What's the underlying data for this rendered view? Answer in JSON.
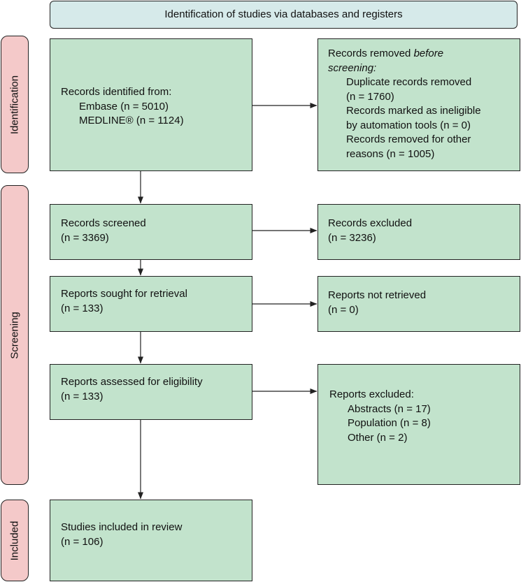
{
  "header": "Identification of studies via databases and registers",
  "phases": {
    "identification": "Identification",
    "screening": "Screening",
    "included": "Included"
  },
  "boxes": {
    "identified": {
      "title": "Records identified from:",
      "embase": "Embase (n = 5010)",
      "medline": "MEDLINE® (n = 1124)"
    },
    "removed": {
      "title_prefix": "Records removed",
      "title_em": "before",
      "title_em2": "screening:",
      "dup1": "Duplicate records removed",
      "dup2": "(n = 1760)",
      "inel1": "Records marked as ineligible",
      "inel2": "by automation tools (n = 0)",
      "other1": "Records removed for other",
      "other2": "reasons (n = 1005)"
    },
    "screened": {
      "title": "Records screened",
      "n": "(n = 3369)"
    },
    "excluded": {
      "title": "Records excluded",
      "n": "(n = 3236)"
    },
    "sought": {
      "title": "Reports sought for retrieval",
      "n": "(n = 133)"
    },
    "not_retrieved": {
      "title": "Reports not retrieved",
      "n": "(n = 0)"
    },
    "assessed": {
      "title": "Reports assessed for eligibility",
      "n": "(n = 133)"
    },
    "reports_excluded": {
      "title": "Reports excluded:",
      "abstracts": "Abstracts (n = 17)",
      "population": "Population (n = 8)",
      "other": "Other (n = 2)"
    },
    "included": {
      "title": "Studies included in review",
      "n": "(n = 106)"
    }
  },
  "colors": {
    "box_fill": "#c2e3cc",
    "header_fill": "#d6eaea",
    "phase_fill": "#f4c9c9",
    "stroke": "#222222"
  }
}
